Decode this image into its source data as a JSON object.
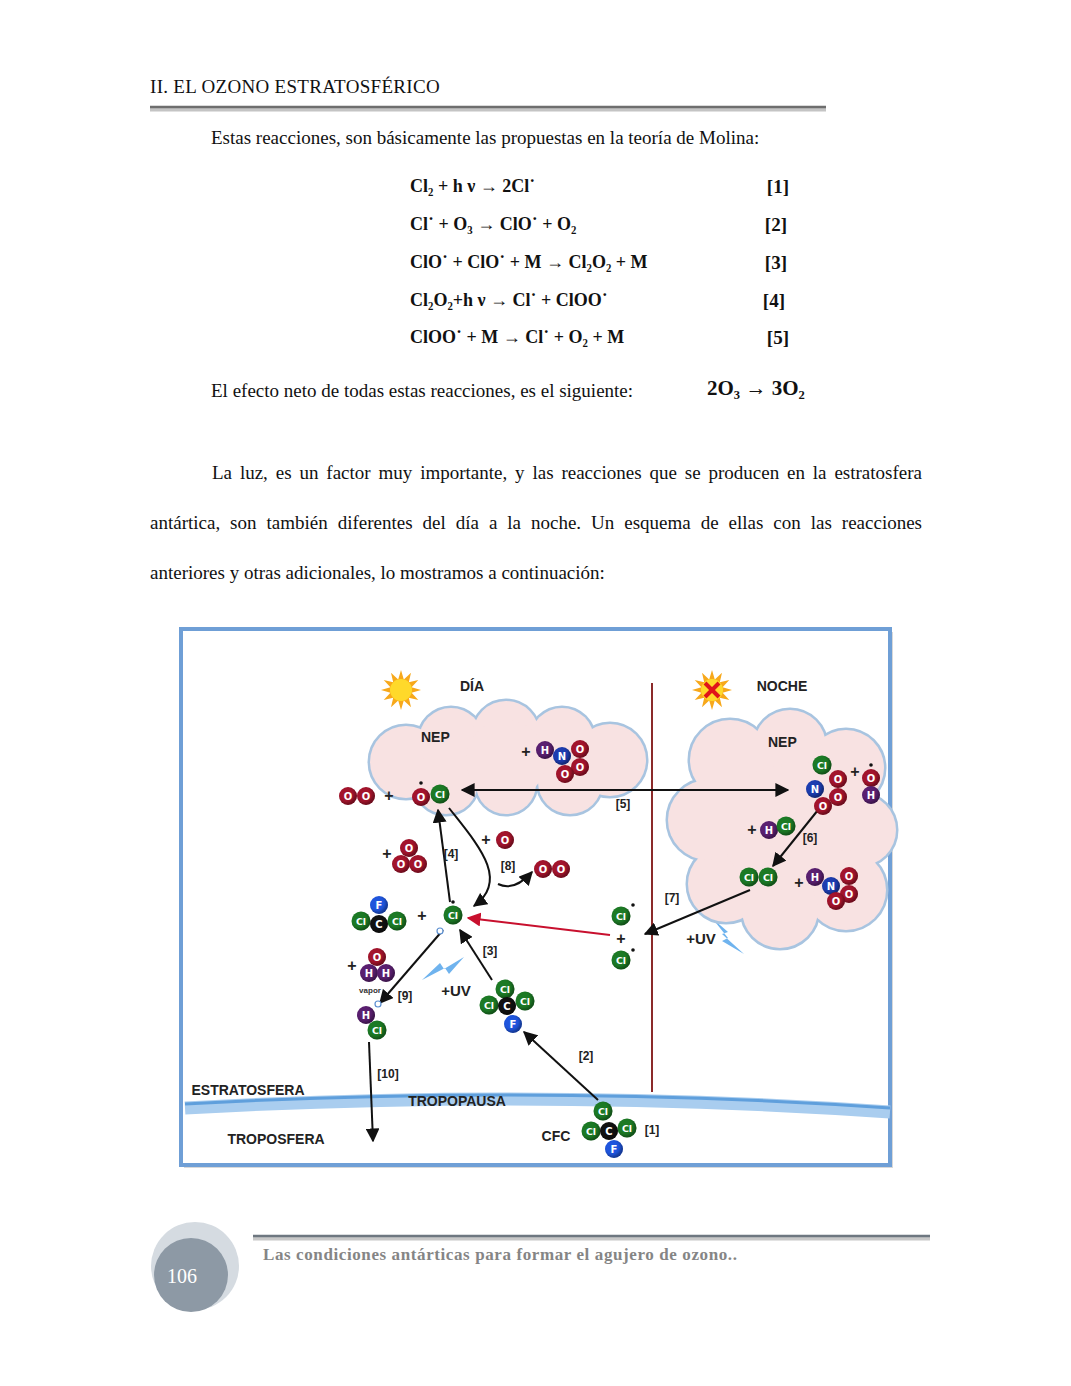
{
  "diagram": {
    "title": "II. EL OZONO ESTRATOSFÉRICO",
    "nodes": [
      {
        "text": [
          "NEP"
        ]
      },
      {
        "text": [
          "NEP"
        ]
      }
    ],
    "labels": [
      "Estas reacciones, son básicamente las propuestas en la teoría de Molina:",
      "Cl₂ + h ν  → 2Cl˙",
      "[1]",
      "Cl˙ + O₃ → ClO˙ + O₂",
      "[2]",
      "ClO˙ + ClO˙ + M → Cl₂O₂ + M",
      "[3]",
      "Cl₂O₂+h ν  → Cl˙ + ClOO˙",
      "[4]",
      "ClOO˙ + M → Cl˙ + O₂ + M",
      "[5]",
      "El efecto neto de todas estas reacciones, es el siguiente:",
      "2O₃ → 3O₂",
      "La luz, es un factor muy importante, y las reacciones que se producen en la estratosfera antártica, son también diferentes del día a la noche. Un esquema de ellas con las reacciones anteriores y otras adicionales, lo mostramos a continuación:",
      "DÍA",
      "NOCHE",
      "ESTRATOSFERA",
      "TROPOPAUSA",
      "TROPOSFERA",
      "CFC",
      "[1]",
      "[2]",
      "[3]",
      "[4]",
      "[5]",
      "[6]",
      "[7]",
      "[8]",
      "[9]",
      "[10]",
      "+UV",
      "+UV",
      "vapor",
      "+",
      "+",
      "+",
      "+",
      "+",
      "+",
      "+",
      "+",
      "+",
      "+",
      "H",
      "N",
      "O",
      "O",
      "O",
      "O",
      "O",
      "O",
      "Cl",
      "O",
      "O",
      "O",
      "O",
      "O",
      "O",
      "F",
      "Cl",
      "C",
      "Cl",
      "Cl",
      "O",
      "H",
      "H",
      "H",
      "Cl",
      "Cl",
      "Cl",
      "C",
      "Cl",
      "F",
      "Cl",
      "Cl",
      "C",
      "Cl",
      "F",
      "Cl",
      "Cl",
      "Cl",
      "N",
      "O",
      "O",
      "O",
      "O",
      "H",
      "H",
      "Cl",
      "Cl",
      "Cl",
      "H",
      "N",
      "O",
      "O",
      "O",
      "Las condiciones antárticas para formar el agujero de ozono..",
      "106"
    ]
  }
}
